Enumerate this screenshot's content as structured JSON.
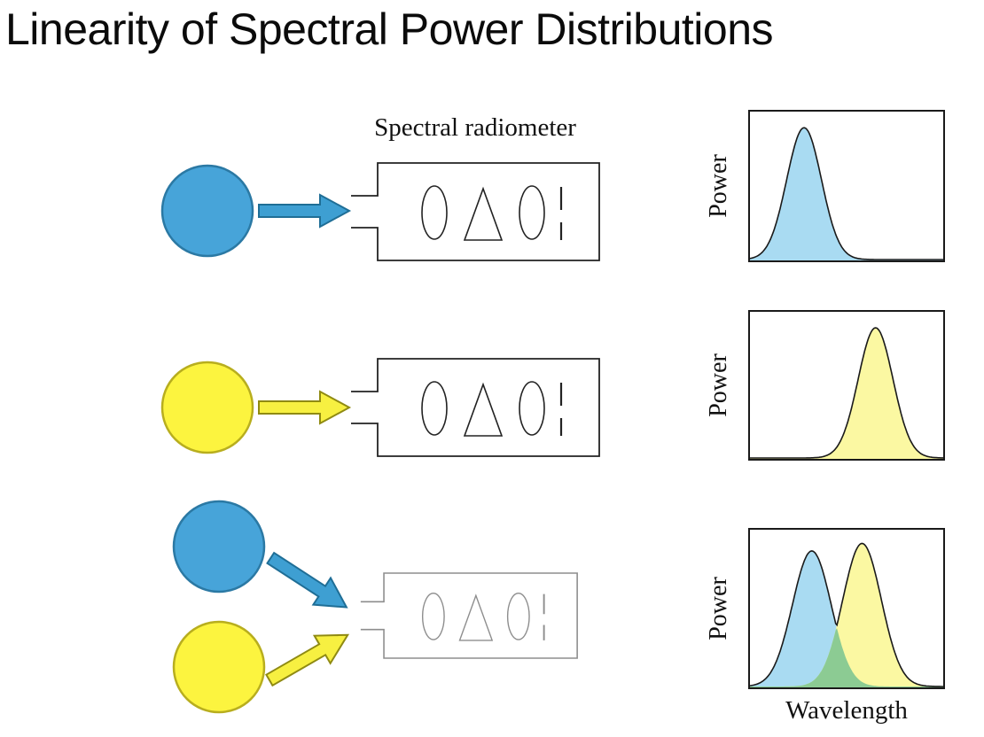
{
  "title": "Linearity of Spectral Power Distributions",
  "labels": {
    "spectral_radiometer": "Spectral radiometer"
  },
  "colors": {
    "blue_source": "#47A4D9",
    "blue_source_border": "#2B79A4",
    "yellow_source": "#FCF43F",
    "yellow_source_border": "#B8AE1E",
    "blue_arrow": "#3E9FD2",
    "blue_arrow_border": "#1F6E96",
    "yellow_arrow": "#F7F041",
    "yellow_arrow_border": "#8F8A12",
    "radiometer_outline": "#222222",
    "radiometer_outline_mixed": "#8D8D8D",
    "chart_frame": "#1A1A1A",
    "curve_stroke": "#1A1A1A"
  },
  "chart_data": [
    {
      "id": "spd-blue",
      "type": "area",
      "ylabel": "Power",
      "xlabel": "",
      "x_range": [
        0,
        1
      ],
      "axes": "framed box, no ticks, no gridlines",
      "series": [
        {
          "name": "blue light SPD",
          "color": "#A9DBF2",
          "peak_center": 0.28,
          "sigma": 0.09,
          "peak_height": 0.93
        }
      ]
    },
    {
      "id": "spd-yellow",
      "type": "area",
      "ylabel": "Power",
      "xlabel": "",
      "x_range": [
        0,
        1
      ],
      "axes": "framed box, no ticks, no gridlines",
      "series": [
        {
          "name": "yellow light SPD",
          "color": "#FBF8A2",
          "peak_center": 0.65,
          "sigma": 0.09,
          "peak_height": 0.93
        }
      ]
    },
    {
      "id": "spd-mixed",
      "type": "area",
      "ylabel": "Power",
      "xlabel": "Wavelength",
      "x_range": [
        0,
        1
      ],
      "axes": "framed box, no ticks, no gridlines",
      "overlap_color": "#8CCB93",
      "series": [
        {
          "name": "blue light SPD",
          "color": "#A9DBF2",
          "peak_center": 0.32,
          "sigma": 0.1,
          "peak_height": 0.9
        },
        {
          "name": "yellow light SPD",
          "color": "#FBF8A2",
          "peak_center": 0.58,
          "sigma": 0.1,
          "peak_height": 0.95
        }
      ]
    }
  ]
}
